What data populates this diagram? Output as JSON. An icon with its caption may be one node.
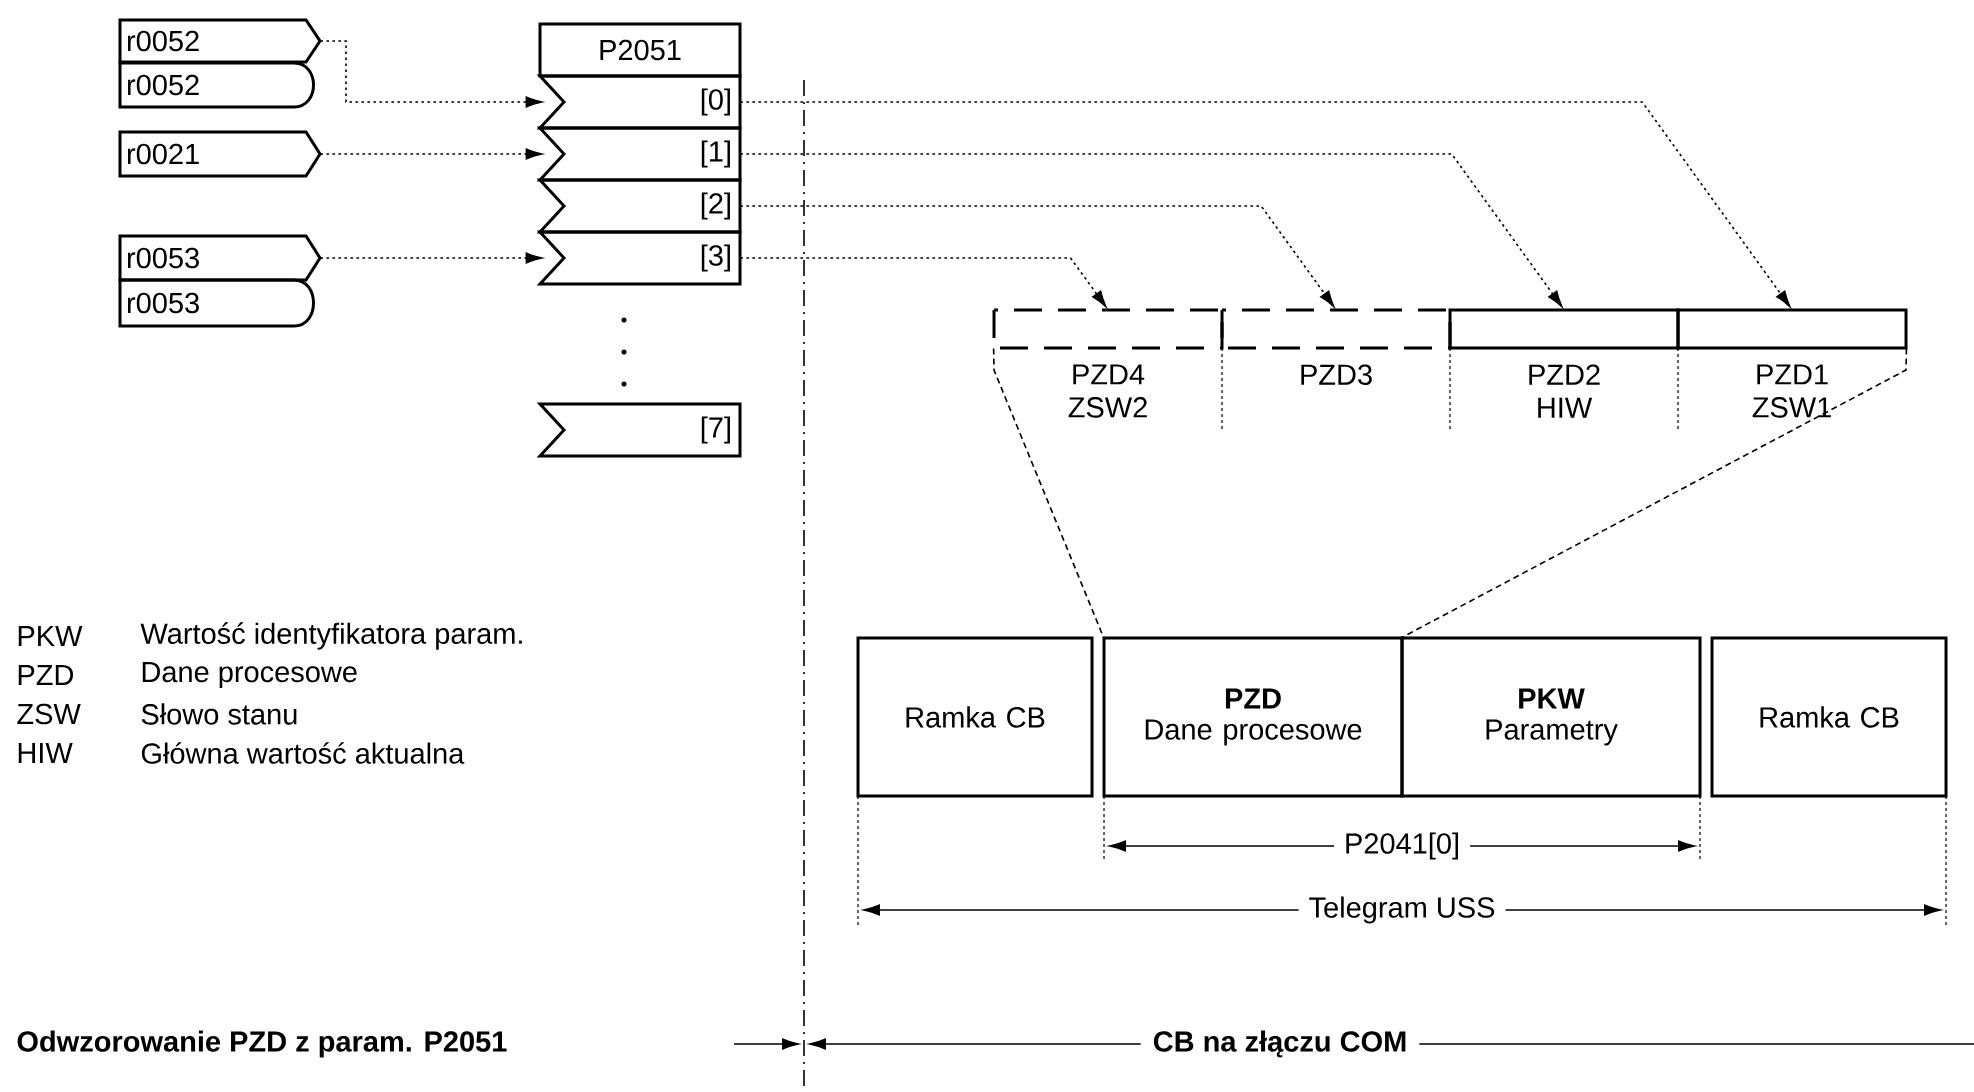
{
  "diagram": {
    "nodes": [
      {
        "text": [
          "r0052"
        ]
      },
      {
        "text": [
          "r0052"
        ]
      },
      {
        "text": [
          "r0021"
        ]
      },
      {
        "text": [
          "r0053"
        ]
      },
      {
        "text": [
          "r0053"
        ]
      },
      {
        "text": [
          "P2051"
        ]
      },
      {
        "text": [
          "[0]"
        ]
      },
      {
        "text": [
          "[1]"
        ]
      },
      {
        "text": [
          "[2]"
        ]
      },
      {
        "text": [
          "[3]"
        ]
      },
      {
        "text": [
          "[7]"
        ]
      },
      {
        "text": [
          "PZD4 ZSW2"
        ]
      },
      {
        "text": [
          "PZD3"
        ]
      },
      {
        "text": [
          "PZD2 HIW"
        ]
      },
      {
        "text": [
          "PZD1 ZSW1"
        ]
      },
      {
        "text": [
          "Ramka CB"
        ]
      },
      {
        "text": [
          "PZD",
          "Dane procesowe"
        ]
      },
      {
        "text": [
          "PKW",
          "Parametry"
        ]
      },
      {
        "text": [
          "Ramka CB"
        ]
      }
    ],
    "edges": [
      {
        "from": 0,
        "to": 6,
        "arrow": "to"
      },
      {
        "from": 2,
        "to": 7,
        "arrow": "to"
      },
      {
        "from": 3,
        "to": 9,
        "arrow": "to"
      },
      {
        "from": 6,
        "to": 14,
        "arrow": "to"
      },
      {
        "from": 7,
        "to": 13,
        "arrow": "to"
      },
      {
        "from": 8,
        "to": 12,
        "arrow": "to"
      },
      {
        "from": 9,
        "to": 11,
        "arrow": "to"
      },
      {
        "from": 11,
        "to": 16,
        "arrow": "none",
        "style": "dashed"
      },
      {
        "from": 14,
        "to": 17,
        "arrow": "none",
        "style": "dashed"
      }
    ],
    "labels": [
      "PKW",
      "Wartość identyfikatora param.",
      "PZD",
      "Dane procesowe",
      "ZSW",
      "Słowo stanu",
      "HIW",
      "Główna wartość aktualna",
      "P2041[0]",
      "Telegram USS",
      "Odwzorowanie PZD z param. P2051",
      "CB na złączu COM"
    ]
  }
}
